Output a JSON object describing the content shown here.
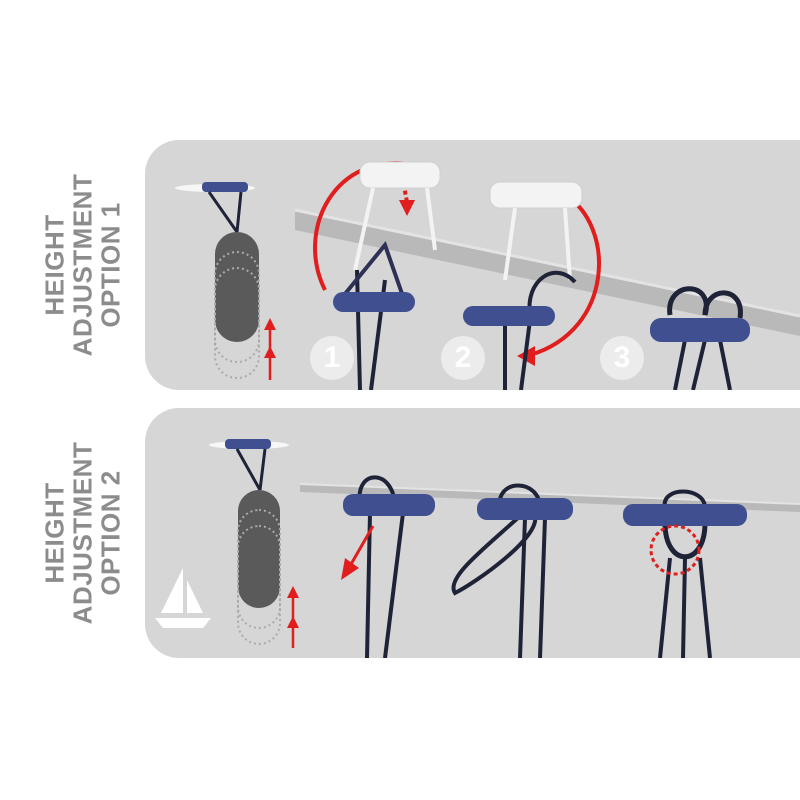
{
  "option1": {
    "label_line1": "HEIGHT",
    "label_line2": "ADJUSTMENT",
    "label_line3": "OPTION 1",
    "steps": [
      "1",
      "2",
      "3"
    ]
  },
  "option2": {
    "label_line1": "HEIGHT",
    "label_line2": "ADJUSTMENT",
    "label_line3": "OPTION 2"
  },
  "colors": {
    "panel": "#d6d6d6",
    "label": "#8c8c8c",
    "clip_blue": "#3f4f8f",
    "rope_navy": "#1f2338",
    "arrow_red": "#e01e1e",
    "fender": "#5a5a5a",
    "rail": "#b9b9b9"
  },
  "icons": {
    "fender": "fender-icon",
    "sailboat": "sailboat-icon",
    "arrow": "arrow-up-icon"
  }
}
